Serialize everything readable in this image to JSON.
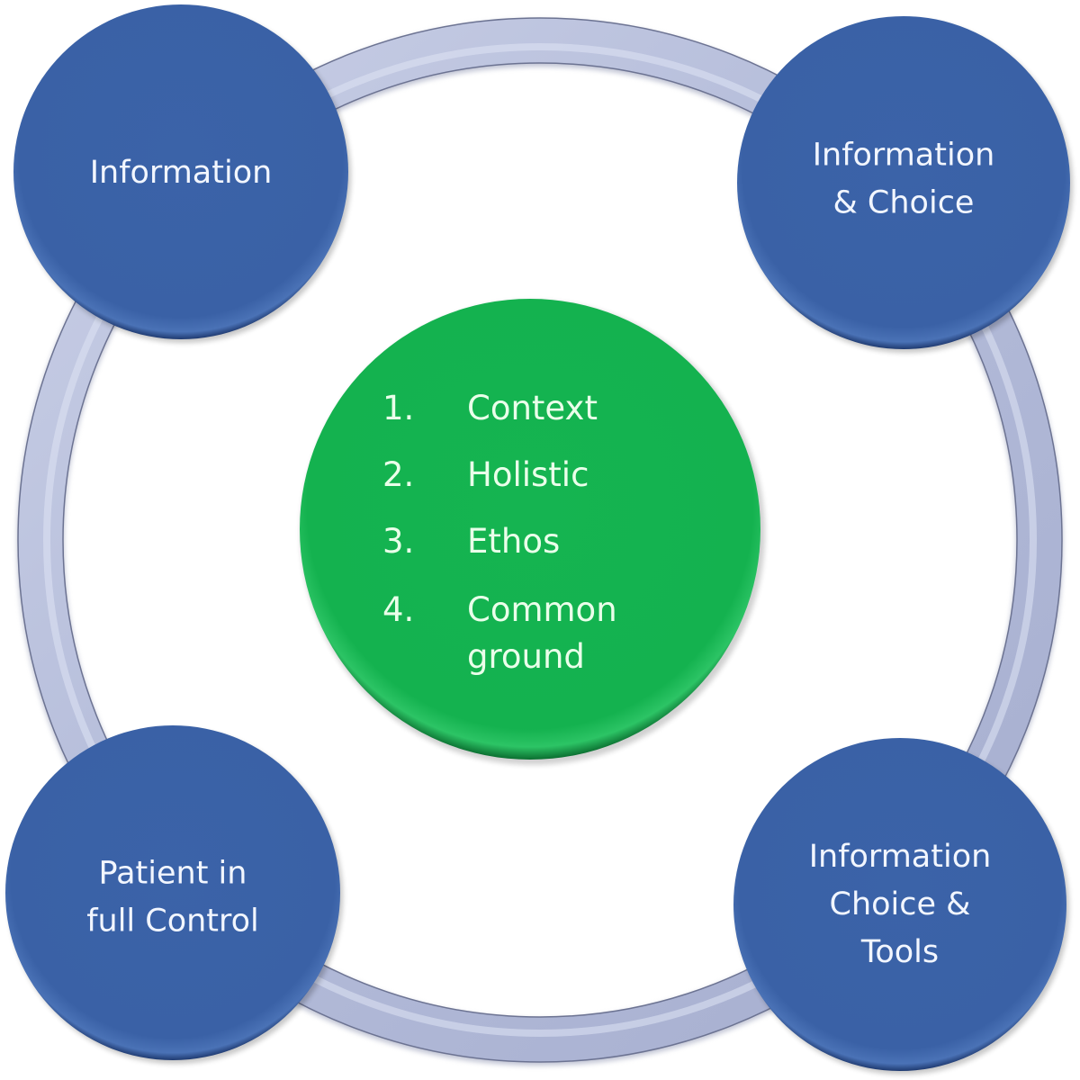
{
  "diagram": {
    "type": "cycle",
    "colors": {
      "ring": "#b7bfdc",
      "ring_shadow": "#7f87a8",
      "node_fill": "#3a62a7",
      "node_edge": "#233f78",
      "center_fill": "#14b350",
      "center_edge": "#0c7a35",
      "text": "#f2f6ff"
    },
    "nodes": [
      {
        "id": "top-left",
        "lines": [
          "Information"
        ]
      },
      {
        "id": "top-right",
        "lines": [
          "Information",
          "& Choice"
        ]
      },
      {
        "id": "bottom-right",
        "lines": [
          "Information",
          "Choice &",
          "Tools"
        ]
      },
      {
        "id": "bottom-left",
        "lines": [
          "Patient in",
          "full Control"
        ]
      }
    ],
    "center": {
      "items": [
        {
          "num": "1.",
          "lines": [
            "Context"
          ]
        },
        {
          "num": "2.",
          "lines": [
            "Holistic"
          ]
        },
        {
          "num": "3.",
          "lines": [
            "Ethos"
          ]
        },
        {
          "num": "4.",
          "lines": [
            "Common",
            "ground"
          ]
        }
      ]
    }
  }
}
